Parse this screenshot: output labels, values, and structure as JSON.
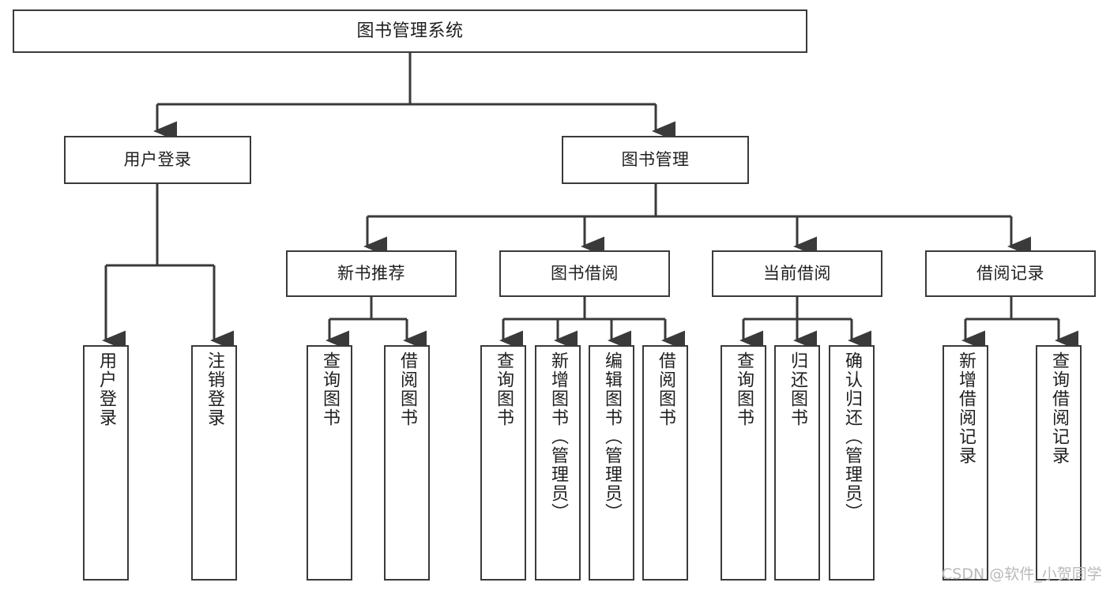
{
  "diagram": {
    "type": "tree",
    "title": "图书管理系统",
    "root": {
      "label": "图书管理系统"
    },
    "level2": [
      {
        "label": "用户登录"
      },
      {
        "label": "图书管理"
      }
    ],
    "level3": [
      {
        "label": "新书推荐"
      },
      {
        "label": "图书借阅"
      },
      {
        "label": "当前借阅"
      },
      {
        "label": "借阅记录"
      }
    ],
    "leaves_user_login": [
      {
        "label": "用户登录"
      },
      {
        "label": "注销登录"
      }
    ],
    "leaves_new_book": [
      {
        "label": "查询图书"
      },
      {
        "label": "借阅图书"
      }
    ],
    "leaves_borrow": [
      {
        "label": "查询图书"
      },
      {
        "label": "新增图书（管理员）"
      },
      {
        "label": "编辑图书（管理员）"
      },
      {
        "label": "借阅图书"
      }
    ],
    "leaves_current": [
      {
        "label": "查询图书"
      },
      {
        "label": "归还图书"
      },
      {
        "label": "确认归还（管理员）"
      }
    ],
    "leaves_records": [
      {
        "label": "新增借阅记录"
      },
      {
        "label": "查询借阅记录"
      }
    ]
  },
  "watermark": {
    "text": "CSDN @软件_小贺同学"
  },
  "colors": {
    "border": "#3a3a3a",
    "text": "#1f1f1f",
    "background": "#ffffff",
    "watermark": "#b9b9b9"
  }
}
